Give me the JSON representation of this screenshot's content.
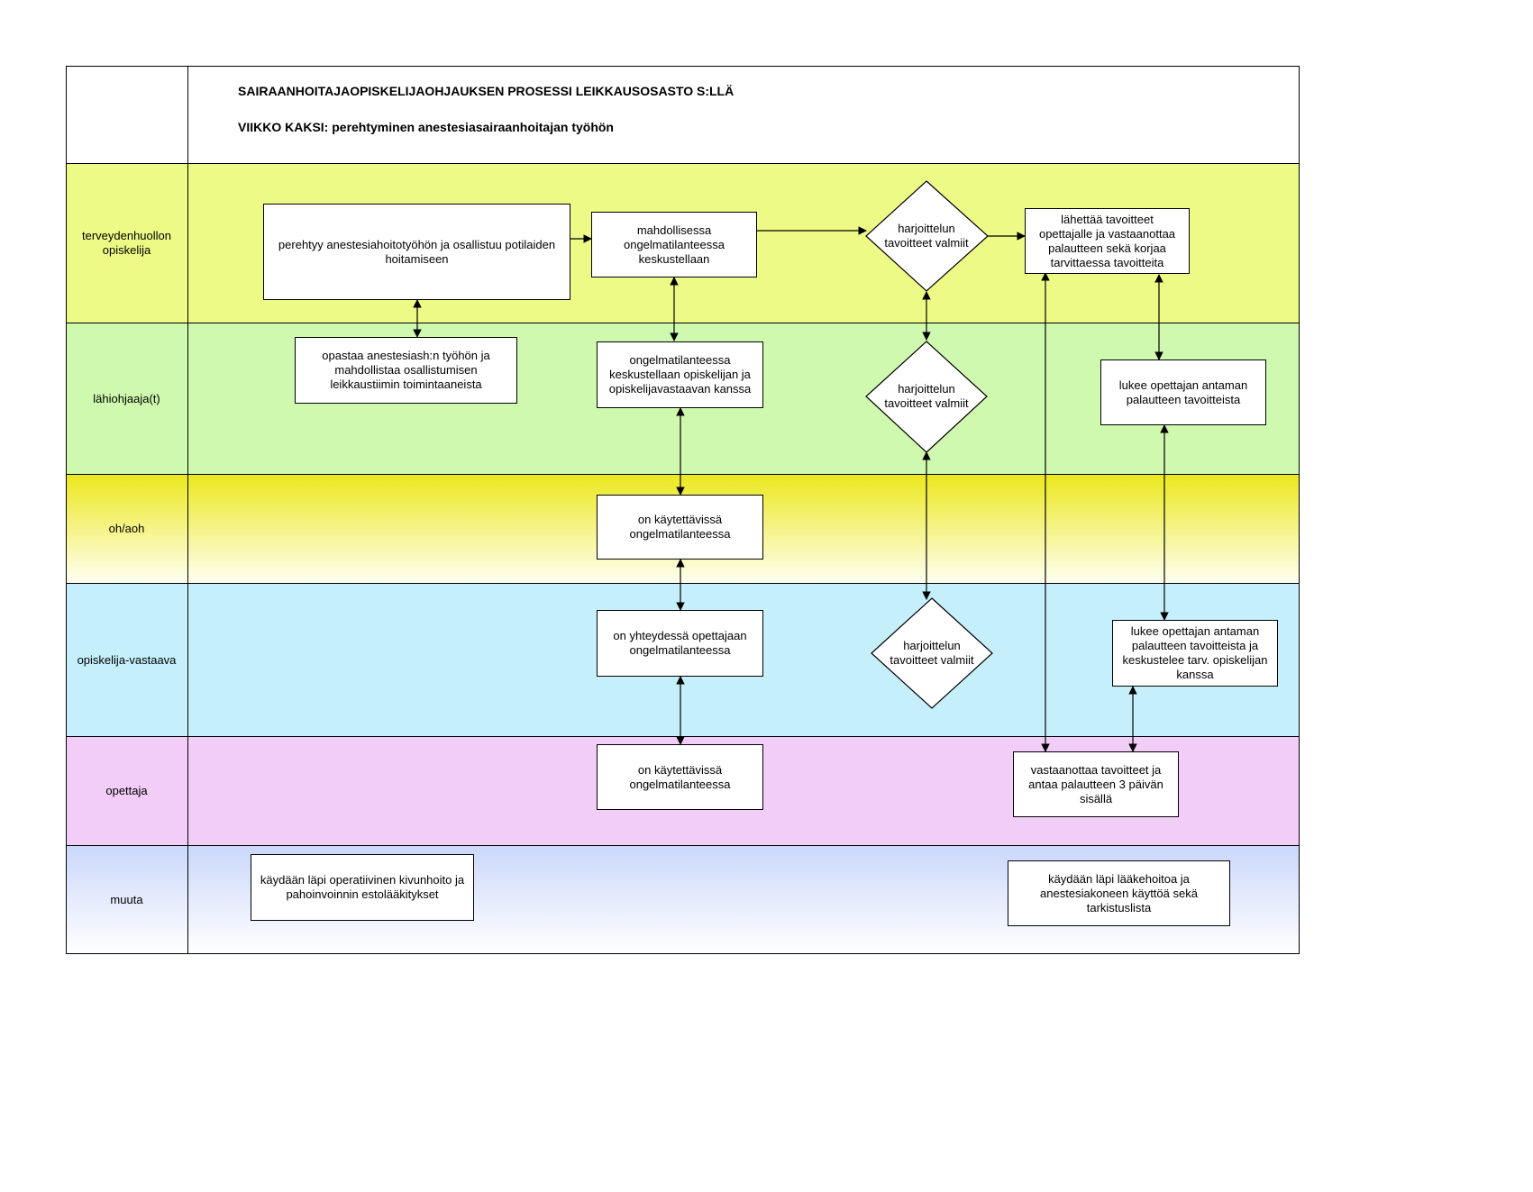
{
  "title": "SAIRAANHOITAJAOPISKELIJAOHJAUKSEN PROSESSI LEIKKAUSOSASTO S:LLÄ",
  "subtitle": "VIIKKO KAKSI: perehtyminen anestesiasairaanhoitajan työhön",
  "lanes": [
    {
      "label": "terveydenhuollon opiskelija",
      "color_top": "#eefa86",
      "color_bottom": "#eefa86"
    },
    {
      "label": "lähiohjaaja(t)",
      "color_top": "#cff9ae",
      "color_bottom": "#cff9ae"
    },
    {
      "label": "oh/aoh",
      "color_top": "#ece81f",
      "color_bottom": "#fffff2"
    },
    {
      "label": "opiskelija-vastaava",
      "color_top": "#c5f0fb",
      "color_bottom": "#c5f0fb"
    },
    {
      "label": "opettaja",
      "color_top": "#f2cdf7",
      "color_bottom": "#f2cdf7"
    },
    {
      "label": "muuta",
      "color_top": "#cbd8fb",
      "color_bottom": "#ffffff"
    }
  ],
  "boxes": {
    "b1": "perehtyy anestesiahoitotyöhön ja osallistuu potilaiden hoitamiseen",
    "b2": "mahdollisessa ongelmatilanteessa keskustellaan",
    "b3": "lähettää tavoitteet opettajalle ja vastaanottaa palautteen sekä korjaa tarvittaessa tavoitteita",
    "b4": "opastaa anestesiash:n työhön ja mahdollistaa osallistumisen leikkaustiimin toimintaaneista",
    "b5": "ongelmatilanteessa keskustellaan opiskelijan ja opiskelijavastaavan kanssa",
    "b6": "lukee opettajan antaman palautteen tavoitteista",
    "b7": "on käytettävissä ongelmatilanteessa",
    "b8": "on yhteydessä opettajaan ongelmatilanteessa",
    "b9": "lukee opettajan antaman palautteen tavoitteista ja keskustelee tarv. opiskelijan kanssa",
    "b10": "on käytettävissä ongelmatilanteessa",
    "b11": "vastaanottaa tavoitteet ja antaa palautteen 3 päivän sisällä",
    "b12": "käydään läpi operatiivinen kivunhoito ja pahoinvoinnin estolääkitykset",
    "b13": "käydään läpi lääkehoitoa ja anestesiakoneen käyttöä sekä tarkistuslista"
  },
  "diamonds": {
    "d1": "harjoittelun tavoitteet valmiit",
    "d2": "harjoittelun tavoitteet valmiit",
    "d3": "harjoittelun tavoitteet valmiit"
  }
}
